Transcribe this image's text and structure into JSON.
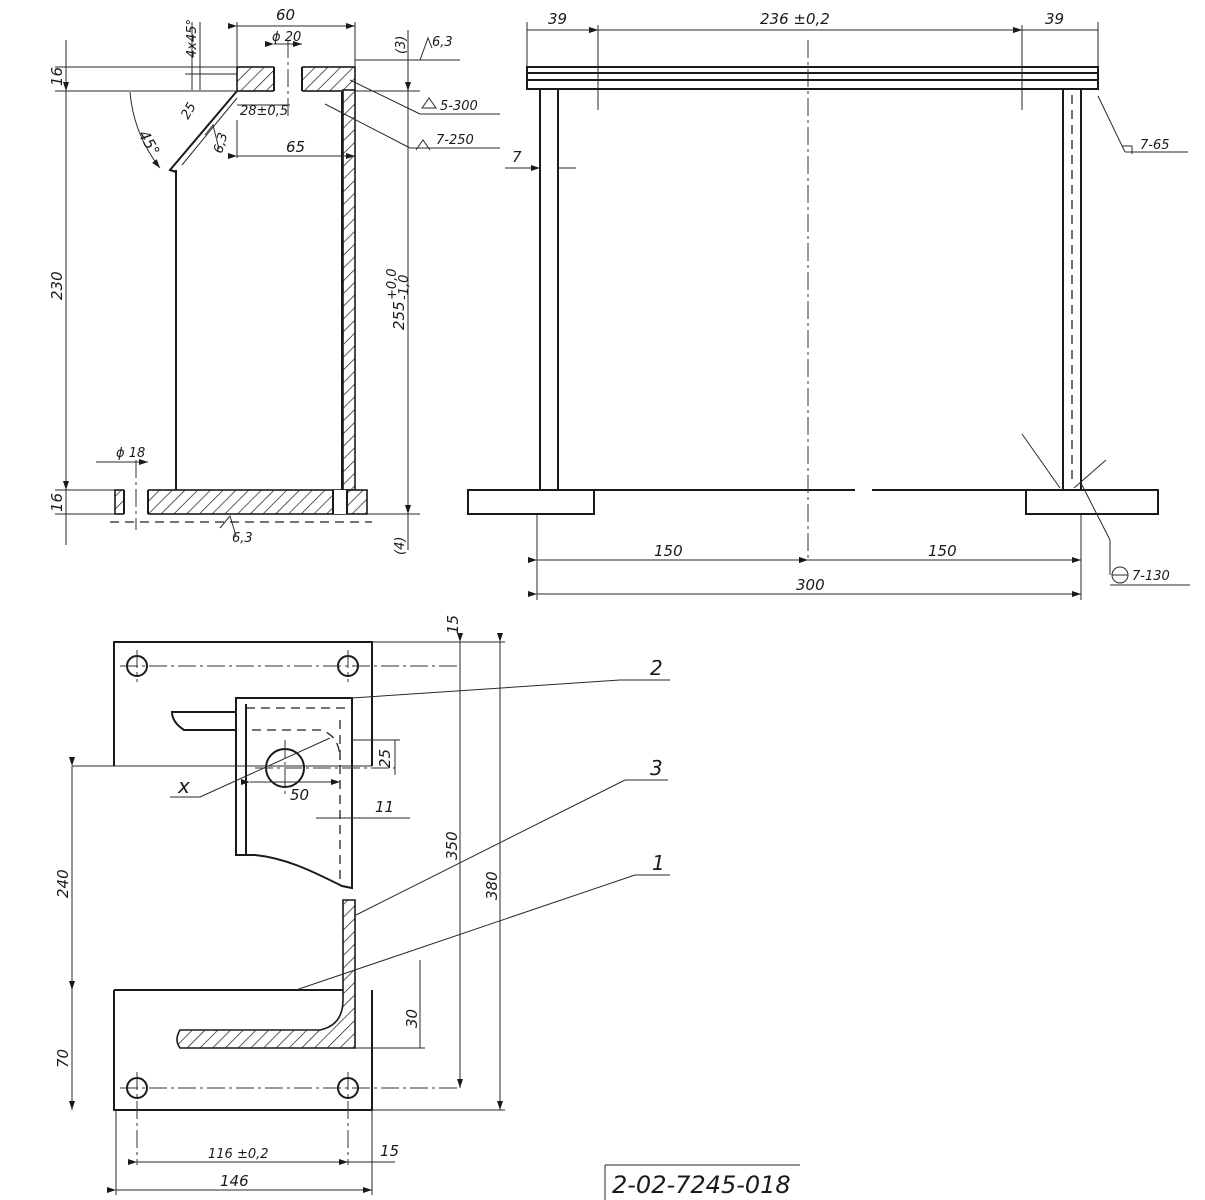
{
  "drawing_number": "2-02-7245-018",
  "side_view": {
    "dims": {
      "top_width": "60",
      "hole_top": "ϕ 20",
      "chamfer": "4x45°",
      "top_allowance": "(3)",
      "rough_top": "6,3",
      "top_thk": "16",
      "angle": "45°",
      "bevel": "25",
      "rough_side": "6,3",
      "width_tol": "28±0,5",
      "width_65": "65",
      "weld_a": "5-300",
      "weld_b": "7-250",
      "height_230": "230",
      "height_255": "255",
      "height_255_tol_up": "+0,0",
      "height_255_tol_dn": "-1,0",
      "hole_bottom": "ϕ 18",
      "bottom_thk": "16",
      "rough_bottom": "6,3",
      "bottom_allowance": "(4)"
    }
  },
  "front_view": {
    "dims": {
      "left_39": "39",
      "span": "236 ±0,2",
      "right_39": "39",
      "weld_c": "7-65",
      "thk_7": "7",
      "half_left": "150",
      "half_right": "150",
      "total": "300",
      "weld_d": "7-130"
    }
  },
  "plan_view": {
    "dims": {
      "top_15": "15",
      "bevel_25": "25",
      "hole_50": "50",
      "thk_11": "11",
      "h_350": "350",
      "h_380": "380",
      "h_240": "240",
      "h_30": "30",
      "h_70": "70",
      "w_116": "116 ±0,2",
      "w_15": "15",
      "w_146": "146"
    },
    "labels": {
      "part_1": "1",
      "part_2": "2",
      "part_3": "3",
      "view_x": "x"
    }
  }
}
